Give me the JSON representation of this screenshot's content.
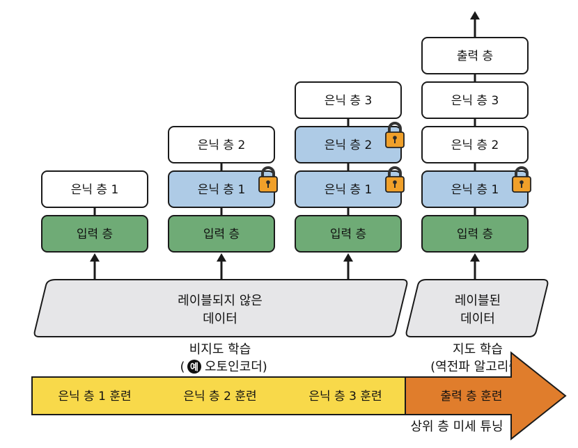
{
  "colors": {
    "hidden_plain": "#ffffff",
    "hidden_frozen": "#aecbe6",
    "input": "#6fab76",
    "data_box": "#e6e6e8",
    "bar_yellow": "#f8d94a",
    "bar_orange": "#e07d2c",
    "lock_body": "#f0a02a",
    "stroke": "#1a1a1a"
  },
  "columns": [
    {
      "input_label": "입력 층",
      "layers": [
        {
          "label": "은닉 층 1",
          "frozen": false
        }
      ]
    },
    {
      "input_label": "입력 층",
      "layers": [
        {
          "label": "은닉 층 1",
          "frozen": true
        },
        {
          "label": "은닉 층 2",
          "frozen": false
        }
      ]
    },
    {
      "input_label": "입력 층",
      "layers": [
        {
          "label": "은닉 층 1",
          "frozen": true
        },
        {
          "label": "은닉 층 2",
          "frozen": true
        },
        {
          "label": "은닉 층 3",
          "frozen": false
        }
      ]
    },
    {
      "input_label": "입력 층",
      "layers": [
        {
          "label": "은닉 층 1",
          "frozen": true
        },
        {
          "label": "은닉 층 2",
          "frozen": false
        },
        {
          "label": "은닉 층 3",
          "frozen": false
        },
        {
          "label": "출력 층",
          "frozen": false
        }
      ]
    }
  ],
  "unlabeled_data": {
    "line1": "레이블되지 않은",
    "line2": "데이터"
  },
  "labeled_data": {
    "line1": "레이블된",
    "line2": "데이터"
  },
  "unsupervised_caption": {
    "line1": "비지도 학습",
    "prefix": "(",
    "badge": "예",
    "suffix": "오토인코더)"
  },
  "supervised_caption": {
    "line1": "지도 학습",
    "line2": "(역전파 알고리즘)"
  },
  "timeline": {
    "stage1": "은닉 층 1 훈련",
    "stage2": "은닉 층 2 훈련",
    "stage3": "은닉 층 3 훈련",
    "stage4": "출력 층 훈련"
  },
  "fine_tuning_label": "상위 층 미세 튜닝"
}
